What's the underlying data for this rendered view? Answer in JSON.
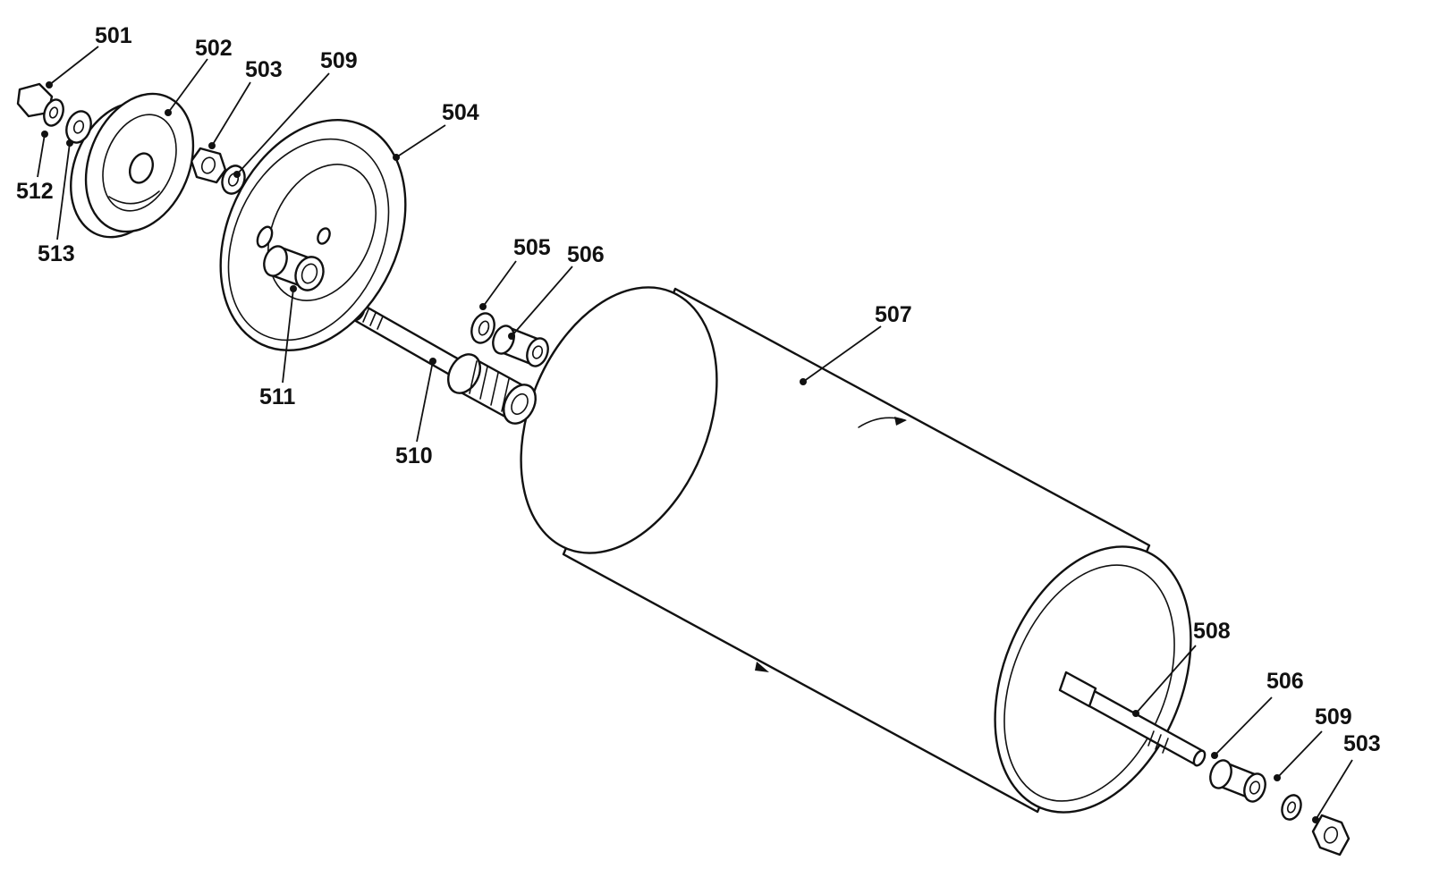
{
  "diagram": {
    "colors": {
      "ink": "#111111",
      "paper": "#ffffff"
    },
    "callouts": {
      "c501": "501",
      "c502": "502",
      "c503a": "503",
      "c509a": "509",
      "c504": "504",
      "c512": "512",
      "c513": "513",
      "c505": "505",
      "c506a": "506",
      "c507": "507",
      "c511": "511",
      "c510": "510",
      "c508": "508",
      "c506b": "506",
      "c509b": "509",
      "c503b": "503"
    }
  }
}
